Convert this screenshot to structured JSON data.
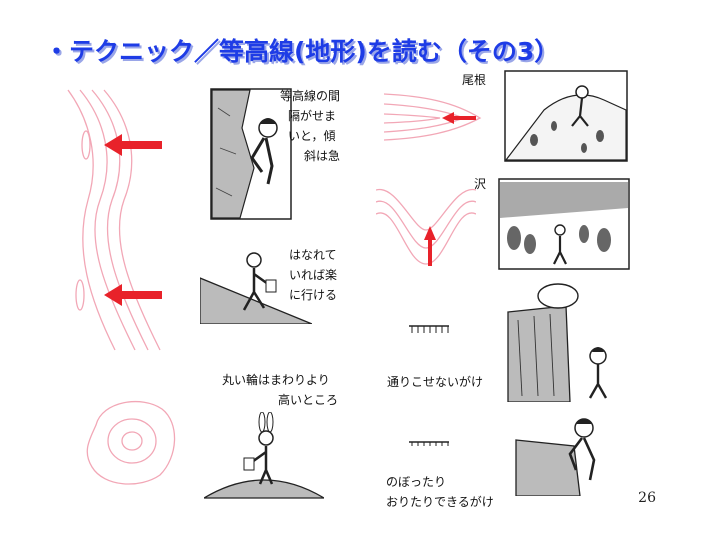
{
  "slide": {
    "title": "・テクニック／等高線(地形)を読む（その3）",
    "page_number": "26"
  },
  "captions": {
    "steep": [
      "等高線の間",
      "隔がせま",
      "いと，傾",
      "斜は急"
    ],
    "gentle": [
      "はなれて",
      "いれば楽",
      "に行ける"
    ],
    "hilltop": [
      "丸い輪はまわりより",
      "高いところ"
    ],
    "ridge": "尾根",
    "valley": "沢",
    "cliff_impassable": "通りこせないがけ",
    "cliff_climbable": [
      "のぼったり",
      "おりたりできるがけ"
    ]
  },
  "colors": {
    "title": "#1e3ce6",
    "arrow": "#e8222a",
    "contour": "#f2a7b6"
  },
  "icons": [
    "arrow-left-icon",
    "arrow-up-icon",
    "cliff-symbol-icon",
    "climber-illustration",
    "hiker-illustration",
    "rabbit-illustration"
  ]
}
